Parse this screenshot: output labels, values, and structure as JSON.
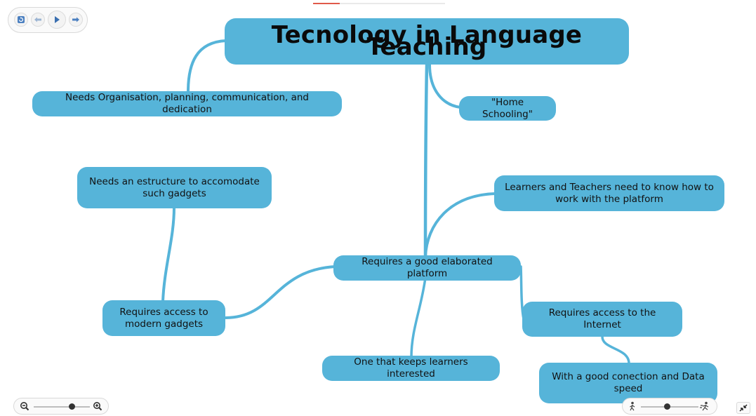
{
  "colors": {
    "node": "#56b4d9",
    "link": "#56b4d9",
    "text": "#111111"
  },
  "navigation": {
    "icons": [
      "refresh-icon",
      "back-icon",
      "play-icon",
      "forward-icon"
    ]
  },
  "mindmap": {
    "root": "Tecnology in Language Teaching",
    "nodes": {
      "organisation": "Needs Organisation, planning, communication, and dedication",
      "home_schooling": "\"Home Schooling\"",
      "estructure": "Needs an estructure to accomodate such gadgets",
      "know_platform": "Learners and Teachers need to know how to work with the platform",
      "platform": "Requires a good elaborated platform",
      "gadgets": "Requires access to modern gadgets",
      "internet": "Requires access to the Internet",
      "interested": "One that keeps learners interested",
      "connection": "With a good conection and Data speed"
    }
  },
  "controls": {
    "zoom_level": 0.68,
    "speed_level": 0.45
  }
}
